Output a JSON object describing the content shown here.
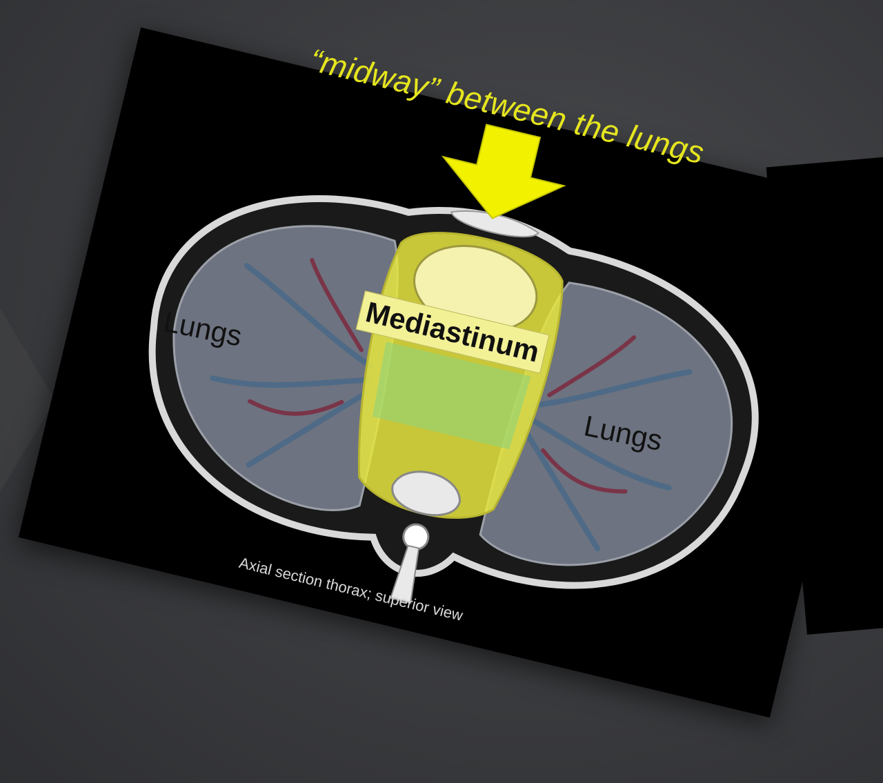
{
  "figure": {
    "headline": "“midway” between the lungs",
    "mediastinum_label": "Mediastinum",
    "lung_label_left": "Lungs",
    "lung_label_right": "Lungs",
    "caption": "Axial section thorax; superior view"
  },
  "colors": {
    "headline": "#e6e61e",
    "arrow": "#f2f200",
    "mediastinum_fill": "#e8e640",
    "lung_fill": "#6d7380",
    "slide_background": "#000000"
  }
}
